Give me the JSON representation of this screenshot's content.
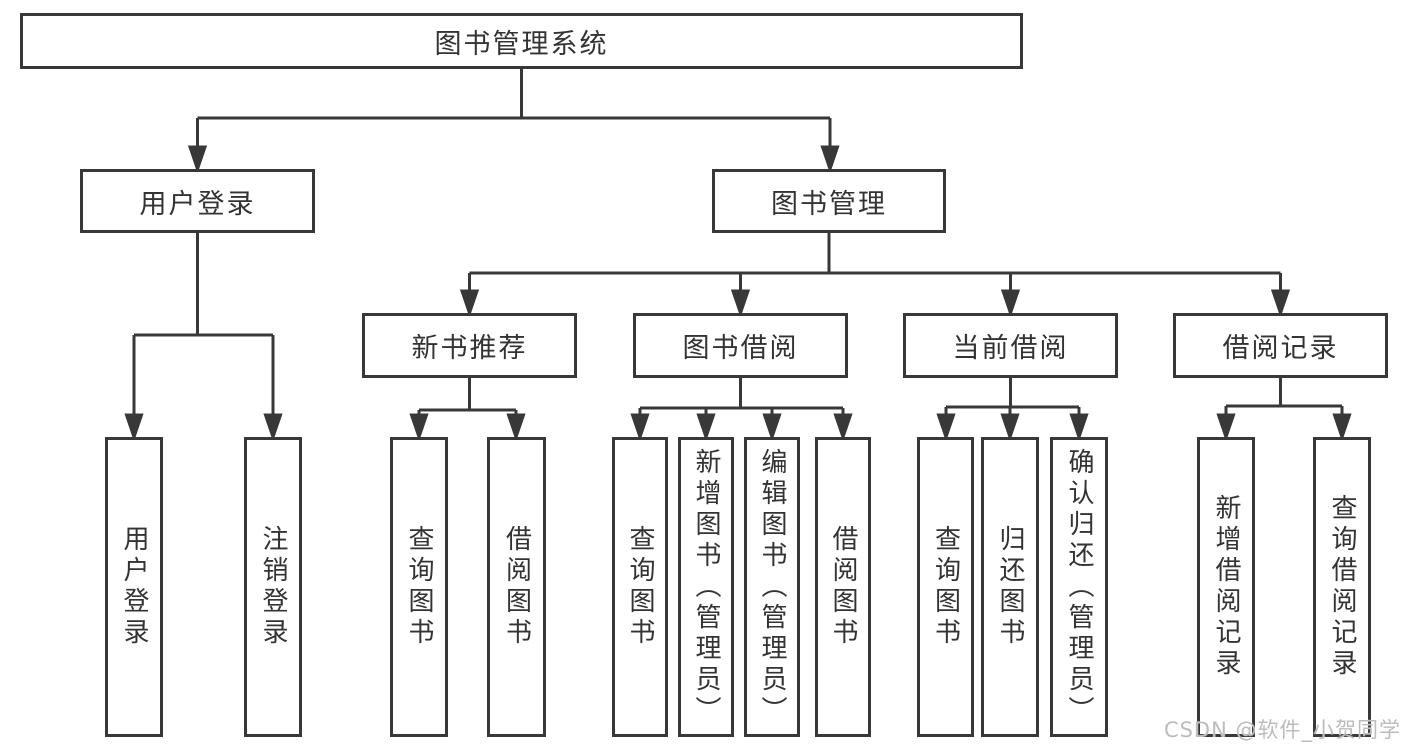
{
  "diagram": {
    "root": {
      "label": "图书管理系统"
    },
    "level2": [
      {
        "label": "用户登录"
      },
      {
        "label": "图书管理"
      }
    ],
    "level3": [
      {
        "label": "新书推荐"
      },
      {
        "label": "图书借阅"
      },
      {
        "label": "当前借阅"
      },
      {
        "label": "借阅记录"
      }
    ],
    "leaves": [
      {
        "label": "用户登录"
      },
      {
        "label": "注销登录"
      },
      {
        "label": "查询图书"
      },
      {
        "label": "借阅图书"
      },
      {
        "label": "查询图书"
      },
      {
        "label": "新增图书（管理员）"
      },
      {
        "label": "编辑图书（管理员）"
      },
      {
        "label": "借阅图书"
      },
      {
        "label": "查询图书"
      },
      {
        "label": "归还图书"
      },
      {
        "label": "确认归还（管理员）"
      },
      {
        "label": "新增借阅记录"
      },
      {
        "label": "查询借阅记录"
      }
    ]
  },
  "watermark": {
    "text": "CSDN @软件_小贺同学"
  },
  "colors": {
    "line": "#383838",
    "text": "#333333",
    "box_background": "#ffffff",
    "watermark": "#bcbcbc"
  }
}
